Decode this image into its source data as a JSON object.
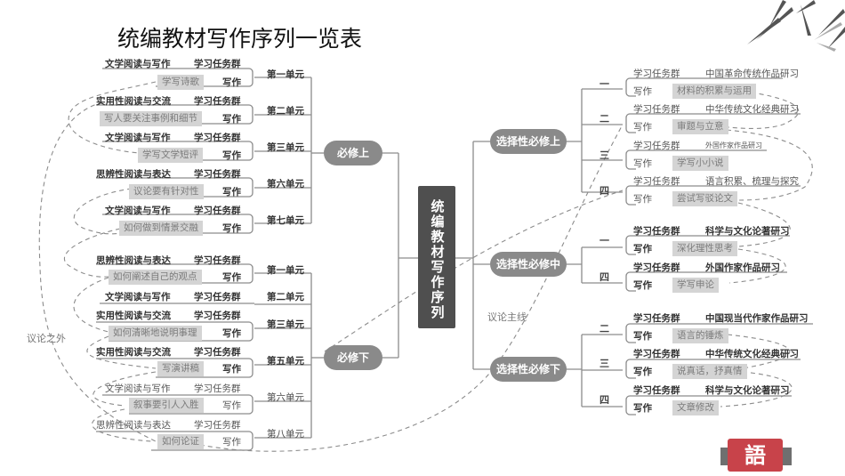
{
  "title": "统编教材写作序列一览表",
  "center_node": "统编教材写作序列",
  "branches": {
    "bixiu_shang": {
      "label": "必修上",
      "units": [
        {
          "unit": "第一单元",
          "group_label": "学习任务群",
          "group": "文学阅读与写作",
          "writing_label": "写作",
          "task": "学写诗歌"
        },
        {
          "unit": "第二单元",
          "group_label": "学习任务群",
          "group": "实用性阅读与交流",
          "writing_label": "写作",
          "task": "写人要关注事例和细节"
        },
        {
          "unit": "第三单元",
          "group_label": "学习任务群",
          "group": "文学阅读与写作",
          "writing_label": "写作",
          "task": "学写文学短评"
        },
        {
          "unit": "第六单元",
          "group_label": "学习任务群",
          "group": "思辨性阅读与表达",
          "writing_label": "写作",
          "task": "议论要有针对性"
        },
        {
          "unit": "第七单元",
          "group_label": "学习任务群",
          "group": "文学阅读与写作",
          "writing_label": "写作",
          "task": "如何做到情景交融"
        }
      ]
    },
    "bixiu_xia": {
      "label": "必修下",
      "units": [
        {
          "unit": "第一单元",
          "group_label": "学习任务群",
          "group": "思辨性阅读与表达",
          "writing_label": "写作",
          "task": "如何阐述自己的观点"
        },
        {
          "unit": "第二单元",
          "group_label": "学习任务群",
          "group": "文学阅读与写作"
        },
        {
          "unit": "第三单元",
          "group_label": "学习任务群",
          "group": "实用性阅读与交流",
          "writing_label": "写作",
          "task": "如何清晰地说明事理"
        },
        {
          "unit": "第五单元",
          "group_label": "学习任务群",
          "group": "实用性阅读与交流",
          "writing_label": "写作",
          "task": "写演讲稿"
        },
        {
          "unit": "第六单元",
          "group_label": "学习任务群",
          "group": "文学阅读与写作",
          "writing_label": "写作",
          "task": "叙事要引人入胜"
        },
        {
          "unit": "第八单元",
          "group_label": "学习任务群",
          "group": "思辨性阅读与表达",
          "writing_label": "写作",
          "task": "如何论证"
        }
      ]
    },
    "xuanze_shang": {
      "label": "选择性必修上",
      "units": [
        {
          "unit": "一",
          "group_label": "学习任务群",
          "group": "中国革命传统作品研习",
          "writing_label": "写作",
          "task": "材料的积累与运用"
        },
        {
          "unit": "二",
          "group_label": "学习任务群",
          "group": "中华传统文化经典研习",
          "writing_label": "写作",
          "task": "审题与立意"
        },
        {
          "unit": "三",
          "group_label": "学习任务群",
          "group": "外国作家作品研习",
          "writing_label": "写作",
          "task": "学写小小说"
        },
        {
          "unit": "四",
          "group_label": "学习任务群",
          "group": "语言积累、梳理与探究",
          "writing_label": "写作",
          "task": "尝试写驳论文"
        }
      ]
    },
    "xuanze_zhong": {
      "label": "选择性必修中",
      "units": [
        {
          "unit": "一",
          "group_label": "学习任务群",
          "group": "科学与文化论著研习",
          "writing_label": "写作",
          "task": "深化理性思考"
        },
        {
          "unit": "四",
          "group_label": "学习任务群",
          "group": "外国作家作品研习",
          "writing_label": "写作",
          "task": "学写申论"
        }
      ]
    },
    "xuanze_xia": {
      "label": "选择性必修下",
      "units": [
        {
          "unit": "二",
          "group_label": "学习任务群",
          "group": "中国现当代作家作品研习",
          "writing_label": "写作",
          "task": "语言的锤炼"
        },
        {
          "unit": "三",
          "group_label": "学习任务群",
          "group": "中华传统文化经典研习",
          "writing_label": "写作",
          "task": "说真话，抒真情"
        },
        {
          "unit": "四",
          "group_label": "学习任务群",
          "group": "科学与文化论著研习",
          "writing_label": "写作",
          "task": "文章修改"
        }
      ]
    }
  },
  "annotations": {
    "main_line": "议论主线",
    "outside": "议论之外"
  },
  "seal_char": "語",
  "colors": {
    "pill": "#8a8a8a",
    "center": "#4f4f4f",
    "task_bg": "#d4d4d4",
    "seal": "#c8434a"
  }
}
